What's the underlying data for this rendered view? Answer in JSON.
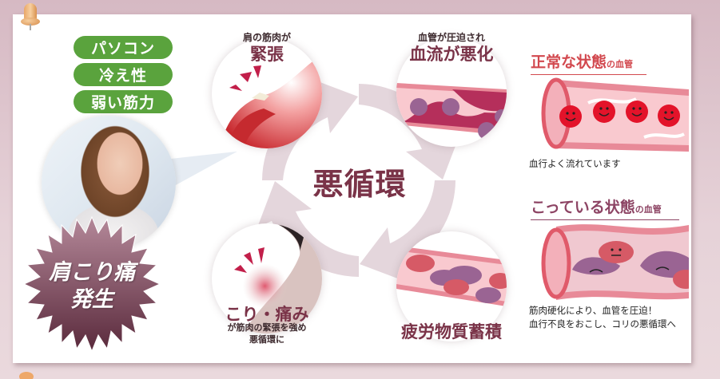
{
  "causes": [
    "パソコン",
    "冷え性",
    "弱い筋力"
  ],
  "burst": {
    "line1": "肩こり痛",
    "line2": "発生"
  },
  "cycle": {
    "center_title": "悪循環",
    "steps": [
      {
        "position": "top-left",
        "small": "肩の筋肉が",
        "big": "緊張"
      },
      {
        "position": "top-right",
        "small": "血管が圧迫され",
        "big": "血流が悪化"
      },
      {
        "position": "bottom-right",
        "big": "疲労物質蓄積"
      },
      {
        "position": "bottom-left",
        "big": "こり・痛み",
        "small_line1": "が筋肉の緊張を強め",
        "small_line2": "悪循環に"
      }
    ]
  },
  "normal_vessel": {
    "title": "正常な状態",
    "suffix": "の血管",
    "caption": "血行よく流れています"
  },
  "stiff_vessel": {
    "title": "こっている状態",
    "suffix": "の血管",
    "caption_line1": "筋肉硬化により、血管を圧迫！",
    "caption_line2": "血行不良をおこし、コリの悪循環へ"
  },
  "colors": {
    "tag_green": "#5aa33d",
    "accent_maroon": "#7a3348",
    "normal_red": "#d2484e",
    "stiff_purple": "#8d4464",
    "background": "#e2ccd3"
  }
}
